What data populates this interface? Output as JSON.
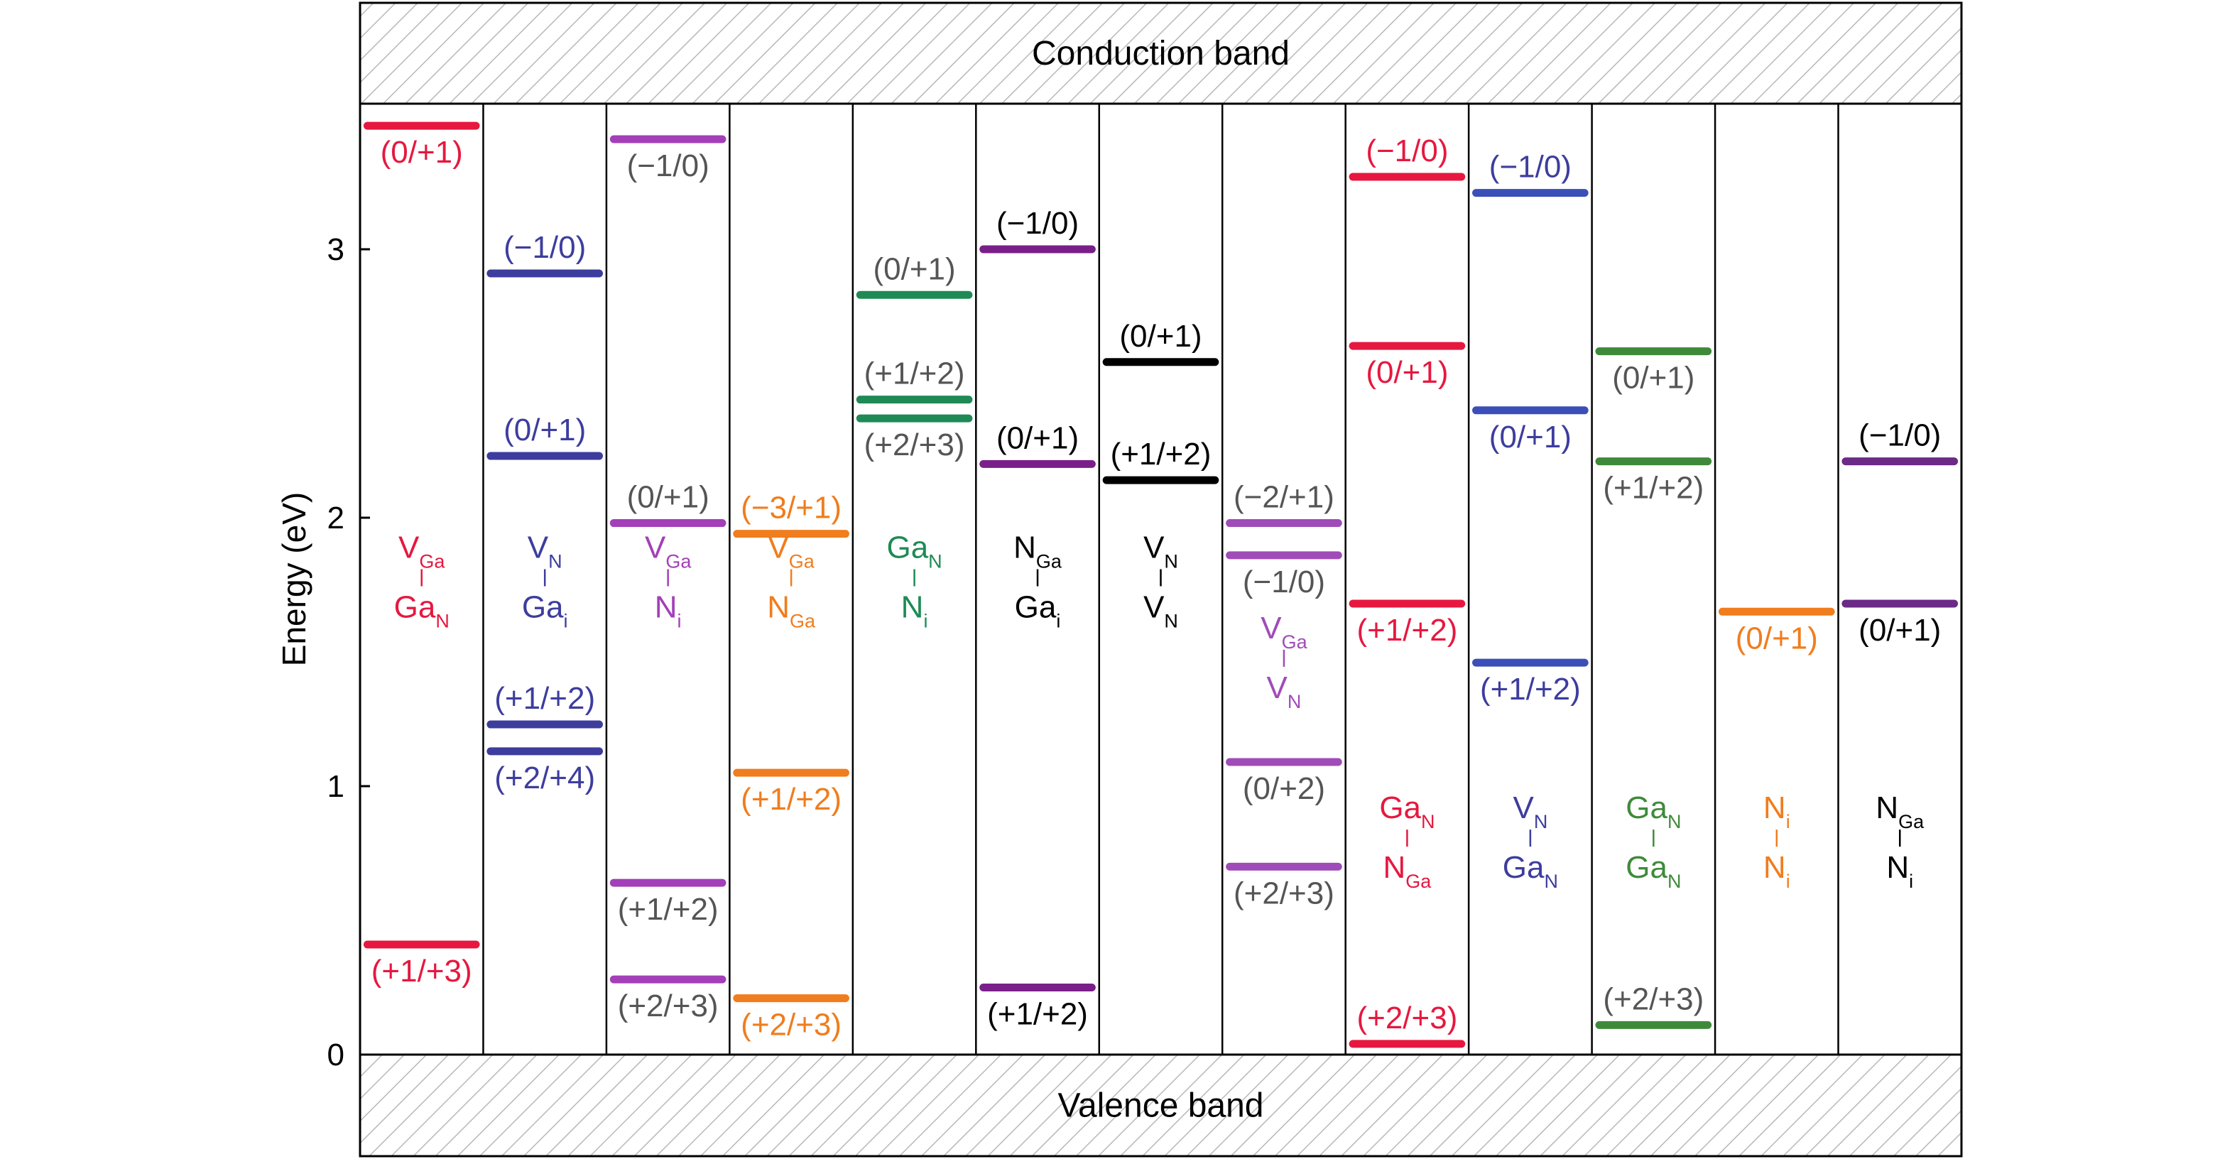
{
  "chart_data": {
    "type": "bar",
    "ylabel": "Energy (eV)",
    "ylim": [
      0,
      3.5
    ],
    "yticks": [
      0,
      1,
      2,
      3
    ],
    "conduction_band_label": "Conduction band",
    "valence_band_label": "Valence band",
    "colors": {
      "red": "#e6183f",
      "navy": "#3d3d9e",
      "magenta": "#a33fb8",
      "orange": "#f07d1e",
      "green": "#1f8a55",
      "purple": "#7a1f8a",
      "black": "#000000",
      "violet": "#a04cb8",
      "crimson": "#e6183f",
      "blue": "#3a4fb8",
      "darkgreen": "#3f8a3a",
      "darkpurple": "#6b2a86",
      "labelgray": "#555555"
    },
    "columns": [
      {
        "complex": [
          {
            "base": "V",
            "sub": "Ga"
          },
          {
            "base": "Ga",
            "sub": "N"
          }
        ],
        "complex_y": 1.75,
        "color": "#e6183f",
        "label_color": "#e6183f",
        "levels": [
          {
            "energy": 3.46,
            "label": "(0/+1)",
            "label_pos": "below"
          },
          {
            "energy": 0.41,
            "label": "(+1/+3)",
            "label_pos": "below"
          }
        ]
      },
      {
        "complex": [
          {
            "base": "V",
            "sub": "N"
          },
          {
            "base": "Ga",
            "sub": "i"
          }
        ],
        "complex_y": 1.75,
        "color": "#3d3d9e",
        "label_color": "#3d3d9e",
        "levels": [
          {
            "energy": 2.91,
            "label": "(−1/0)",
            "label_pos": "above"
          },
          {
            "energy": 2.23,
            "label": "(0/+1)",
            "label_pos": "above"
          },
          {
            "energy": 1.23,
            "label": "(+1/+2)",
            "label_pos": "above"
          },
          {
            "energy": 1.13,
            "label": "(+2/+4)",
            "label_pos": "below"
          }
        ]
      },
      {
        "complex": [
          {
            "base": "V",
            "sub": "Ga"
          },
          {
            "base": "N",
            "sub": "i"
          }
        ],
        "complex_y": 1.75,
        "color": "#a33fb8",
        "label_color": "#555555",
        "levels": [
          {
            "energy": 3.41,
            "label": "(−1/0)",
            "label_pos": "below"
          },
          {
            "energy": 1.98,
            "label": "(0/+1)",
            "label_pos": "above"
          },
          {
            "energy": 0.64,
            "label": "(+1/+2)",
            "label_pos": "below"
          },
          {
            "energy": 0.28,
            "label": "(+2/+3)",
            "label_pos": "below"
          }
        ]
      },
      {
        "complex": [
          {
            "base": "V",
            "sub": "Ga"
          },
          {
            "base": "N",
            "sub": "Ga"
          }
        ],
        "complex_y": 1.75,
        "color": "#f07d1e",
        "label_color": "#f07d1e",
        "levels": [
          {
            "energy": 1.94,
            "label": "(−3/+1)",
            "label_pos": "above"
          },
          {
            "energy": 1.05,
            "label": "(+1/+2)",
            "label_pos": "below"
          },
          {
            "energy": 0.21,
            "label": "(+2/+3)",
            "label_pos": "below"
          }
        ]
      },
      {
        "complex": [
          {
            "base": "Ga",
            "sub": "N"
          },
          {
            "base": "N",
            "sub": "i"
          }
        ],
        "complex_y": 1.75,
        "color": "#1f8a55",
        "label_color": "#555555",
        "levels": [
          {
            "energy": 2.83,
            "label": "(0/+1)",
            "label_pos": "above"
          },
          {
            "energy": 2.44,
            "label": "(+1/+2)",
            "label_pos": "above"
          },
          {
            "energy": 2.37,
            "label": "(+2/+3)",
            "label_pos": "below"
          }
        ]
      },
      {
        "complex": [
          {
            "base": "N",
            "sub": "Ga"
          },
          {
            "base": "Ga",
            "sub": "i"
          }
        ],
        "complex_y": 1.75,
        "color": "#7a1f8a",
        "label_color": "#000000",
        "levels": [
          {
            "energy": 3.0,
            "label": "(−1/0)",
            "label_pos": "above"
          },
          {
            "energy": 2.2,
            "label": "(0/+1)",
            "label_pos": "above"
          },
          {
            "energy": 0.25,
            "label": "(+1/+2)",
            "label_pos": "below"
          }
        ]
      },
      {
        "complex": [
          {
            "base": "V",
            "sub": "N"
          },
          {
            "base": "V",
            "sub": "N"
          }
        ],
        "complex_y": 1.75,
        "color": "#000000",
        "label_color": "#000000",
        "levels": [
          {
            "energy": 2.58,
            "label": "(0/+1)",
            "label_pos": "above"
          },
          {
            "energy": 2.14,
            "label": "(+1/+2)",
            "label_pos": "above"
          }
        ]
      },
      {
        "complex": [
          {
            "base": "V",
            "sub": "Ga"
          },
          {
            "base": "V",
            "sub": "N"
          }
        ],
        "complex_y": 1.45,
        "color": "#a04cb8",
        "label_color": "#555555",
        "levels": [
          {
            "energy": 1.98,
            "label": "(−2/+1)",
            "label_pos": "above"
          },
          {
            "energy": 1.86,
            "label": "(−1/0)",
            "label_pos": "below"
          },
          {
            "energy": 1.09,
            "label": "(0/+2)",
            "label_pos": "below"
          },
          {
            "energy": 0.7,
            "label": "(+2/+3)",
            "label_pos": "below"
          }
        ]
      },
      {
        "complex": [
          {
            "base": "Ga",
            "sub": "N"
          },
          {
            "base": "N",
            "sub": "Ga"
          }
        ],
        "complex_y": 0.78,
        "color": "#e6183f",
        "label_color": "#e6183f",
        "levels": [
          {
            "energy": 3.27,
            "label": "(−1/0)",
            "label_pos": "above"
          },
          {
            "energy": 2.64,
            "label": "(0/+1)",
            "label_pos": "below"
          },
          {
            "energy": 1.68,
            "label": "(+1/+2)",
            "label_pos": "below"
          },
          {
            "energy": 0.04,
            "label": "(+2/+3)",
            "label_pos": "above"
          }
        ]
      },
      {
        "complex": [
          {
            "base": "V",
            "sub": "N"
          },
          {
            "base": "Ga",
            "sub": "N"
          }
        ],
        "complex_y": 0.78,
        "color": "#3a4fb8",
        "label_color": "#3d3d9e",
        "levels": [
          {
            "energy": 3.21,
            "label": "(−1/0)",
            "label_pos": "above"
          },
          {
            "energy": 2.4,
            "label": "(0/+1)",
            "label_pos": "below"
          },
          {
            "energy": 1.46,
            "label": "(+1/+2)",
            "label_pos": "below"
          }
        ]
      },
      {
        "complex": [
          {
            "base": "Ga",
            "sub": "N"
          },
          {
            "base": "Ga",
            "sub": "N"
          }
        ],
        "complex_y": 0.78,
        "color": "#3f8a3a",
        "label_color": "#555555",
        "levels": [
          {
            "energy": 2.62,
            "label": "(0/+1)",
            "label_pos": "below"
          },
          {
            "energy": 2.21,
            "label": "(+1/+2)",
            "label_pos": "below"
          },
          {
            "energy": 0.11,
            "label": "(+2/+3)",
            "label_pos": "above"
          }
        ]
      },
      {
        "complex": [
          {
            "base": "N",
            "sub": "i"
          },
          {
            "base": "N",
            "sub": "i"
          }
        ],
        "complex_y": 0.78,
        "color": "#f07d1e",
        "label_color": "#f07d1e",
        "levels": [
          {
            "energy": 1.65,
            "label": "(0/+1)",
            "label_pos": "below"
          }
        ]
      },
      {
        "complex": [
          {
            "base": "N",
            "sub": "Ga"
          },
          {
            "base": "N",
            "sub": "i"
          }
        ],
        "complex_y": 0.78,
        "color": "#6b2a86",
        "label_color": "#000000",
        "levels": [
          {
            "energy": 2.21,
            "label": "(−1/0)",
            "label_pos": "above"
          },
          {
            "energy": 1.68,
            "label": "(0/+1)",
            "label_pos": "below"
          }
        ]
      }
    ]
  }
}
